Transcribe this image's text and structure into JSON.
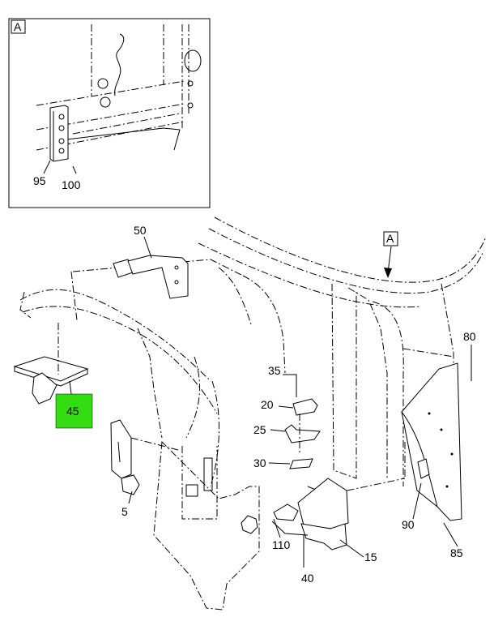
{
  "detail": {
    "label": "A"
  },
  "main_view_ref": {
    "label": "A"
  },
  "callouts": {
    "c95": "95",
    "c100": "100",
    "c50": "50",
    "c45": "45",
    "c5": "5",
    "c35": "35",
    "c20": "20",
    "c25": "25",
    "c30": "30",
    "c110": "110",
    "c40": "40",
    "c15": "15",
    "c80": "80",
    "c90": "90",
    "c85": "85"
  },
  "highlight": {
    "callout": "45",
    "color": "#33dd11"
  }
}
